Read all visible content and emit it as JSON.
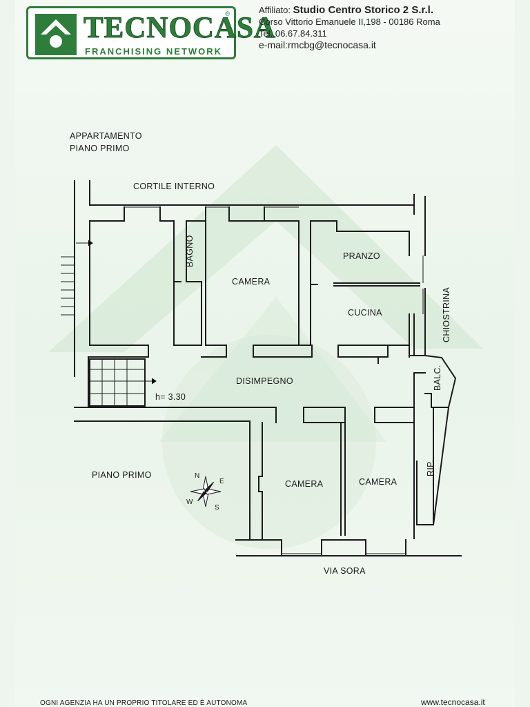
{
  "brand": {
    "name": "TECNOCASA",
    "registered": "®",
    "tagline": "FRANCHISING NETWORK",
    "color": "#2e7d3a"
  },
  "agency": {
    "label": "Affiliato:",
    "name": "Studio Centro Storico 2 S.r.l.",
    "address": "Corso Vittorio Emanuele II,198 - 00186 Roma",
    "phone": "Tel. 06.67.84.311",
    "email": "e-mail:rmcbg@tecnocasa.it"
  },
  "plan": {
    "title_line1": "APPARTAMENTO",
    "title_line2": "PIANO PRIMO",
    "labels": {
      "courtyard": "CORTILE INTERNO",
      "bathroom": "BAGNO",
      "camera_top": "CAMERA",
      "dining": "PRANZO",
      "kitchen": "CUCINA",
      "light_well": "CHIOSTRINA",
      "balcony": "BALC.",
      "hallway": "DISIMPEGNO",
      "height": "h= 3.30",
      "floor_adjacent": "PIANO PRIMO",
      "camera_bottom_left": "CAMERA",
      "camera_bottom_right": "CAMERA",
      "storage": "RIP.",
      "street": "VIA SORA"
    },
    "compass": {
      "n": "N",
      "e": "E",
      "s": "S",
      "w": "W",
      "icon": "compass-rose-icon"
    }
  },
  "footer": {
    "disclaimer": "OGNI AGENZIA HA UN PROPRIO TITOLARE ED È AUTONOMA",
    "website": "www.tecnocasa.it"
  }
}
